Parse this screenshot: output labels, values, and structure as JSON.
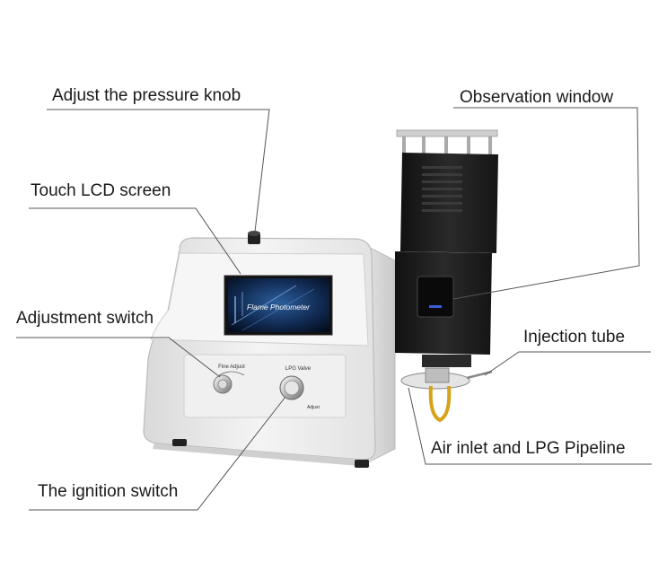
{
  "labels": {
    "pressure_knob": "Adjust the pressure knob",
    "observation_window": "Observation window",
    "touch_screen": "Touch LCD screen",
    "adjustment_switch": "Adjustment switch",
    "injection_tube": "Injection tube",
    "air_inlet": "Air inlet and LPG Pipeline",
    "ignition_switch": "The ignition switch"
  },
  "device": {
    "screen_title": "Flame Photometer",
    "fine_adjust": "Fine Adjust",
    "lpg_valve": "LPG Valve",
    "adjust_mark": "Adjust"
  },
  "colors": {
    "body": "#eeeeee",
    "burner": "#1b1b1b",
    "screen": "#0d1f3c",
    "line": "#555555"
  }
}
